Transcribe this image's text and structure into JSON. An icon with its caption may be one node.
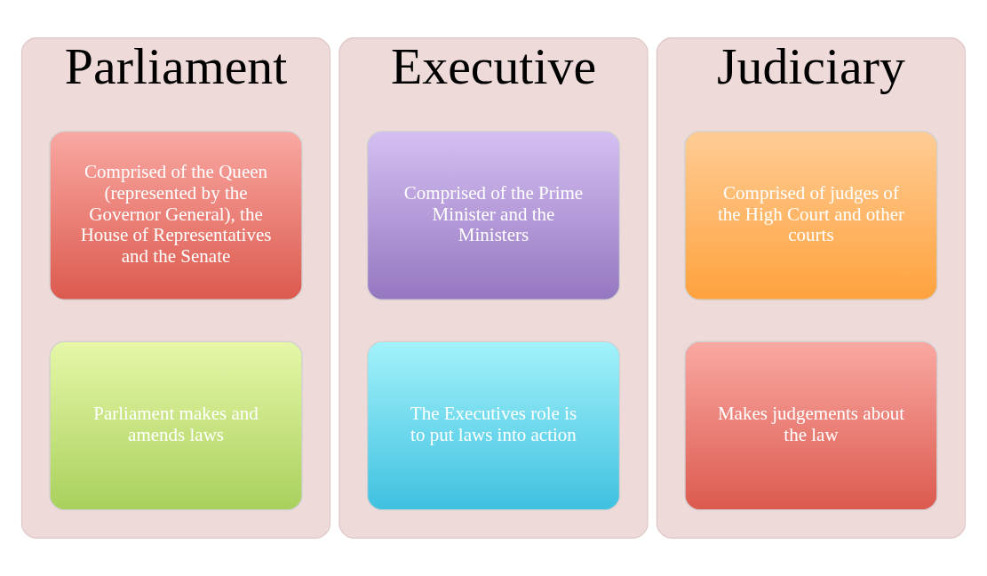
{
  "diagram": {
    "nodes": [
      {
        "text": [
          "Parliament"
        ]
      },
      {
        "text": [
          "Comprised of the Queen (represented by the Governor General), the House of Representatives and the Senate"
        ],
        "in": 0
      },
      {
        "text": [
          "Parliament makes and amends laws"
        ],
        "in": 0
      },
      {
        "text": [
          "Executive"
        ]
      },
      {
        "text": [
          "Comprised of the Prime Minister and the Ministers"
        ],
        "in": 3
      },
      {
        "text": [
          "The Executives role is to put laws into action"
        ],
        "in": 3
      },
      {
        "text": [
          "Judiciary"
        ]
      },
      {
        "text": [
          "Comprised of judges of the High Court and other courts"
        ],
        "in": 6
      },
      {
        "text": [
          "Makes judgements about the law"
        ],
        "in": 6
      }
    ],
    "edges": []
  }
}
